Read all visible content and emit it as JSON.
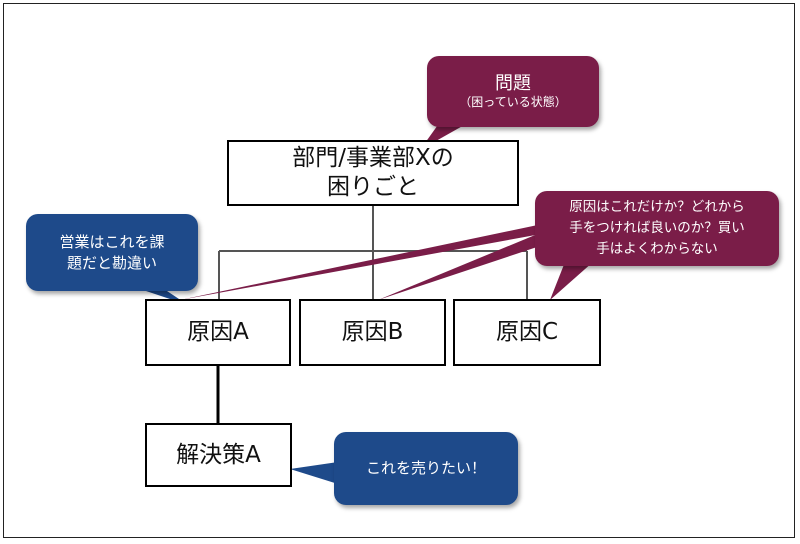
{
  "problem_box": {
    "line1": "部門/事業部Xの",
    "line2": "困りごと"
  },
  "causes": [
    {
      "label": "原因A"
    },
    {
      "label": "原因B"
    },
    {
      "label": "原因C"
    }
  ],
  "solution_box": {
    "label": "解決策A"
  },
  "callouts": {
    "problem": {
      "title": "問題",
      "subtitle": "（困っている状態）"
    },
    "cause_question": {
      "lines": [
        "原因はこれだけか？どれから",
        "手をつければ良いのか？買い",
        "手はよくわからない"
      ]
    },
    "sales": {
      "lines": [
        "営業はこれを課",
        "題だと勘違い"
      ]
    },
    "sell": {
      "text": "これを売りたい！"
    }
  },
  "colors": {
    "maroon": "#7a1d48",
    "blue": "#1e4a8a",
    "line": "#555555"
  }
}
